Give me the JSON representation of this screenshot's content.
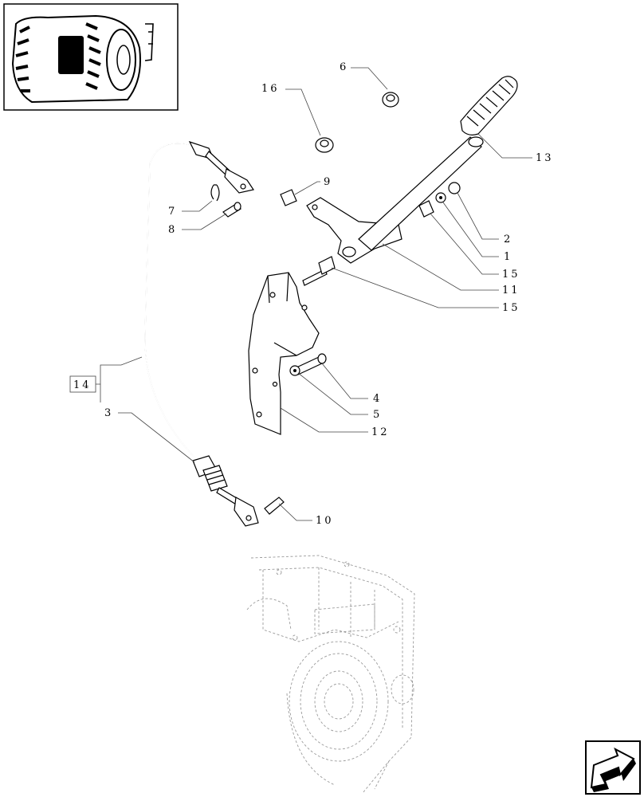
{
  "diagram": {
    "callouts": [
      {
        "id": "c6",
        "text": "6"
      },
      {
        "id": "c16",
        "text": "16"
      },
      {
        "id": "c13",
        "text": "13"
      },
      {
        "id": "c9",
        "text": "9"
      },
      {
        "id": "c7",
        "text": "7"
      },
      {
        "id": "c8",
        "text": "8"
      },
      {
        "id": "c2",
        "text": "2"
      },
      {
        "id": "c1",
        "text": "1"
      },
      {
        "id": "c15a",
        "text": "15"
      },
      {
        "id": "c11",
        "text": "11"
      },
      {
        "id": "c15b",
        "text": "15"
      },
      {
        "id": "c14",
        "text": "14"
      },
      {
        "id": "c3",
        "text": "3"
      },
      {
        "id": "c4",
        "text": "4"
      },
      {
        "id": "c5",
        "text": "5"
      },
      {
        "id": "c12",
        "text": "12"
      },
      {
        "id": "c10",
        "text": "10"
      }
    ],
    "thumbnail": {
      "icon": "tractor-rear-wheel-icon"
    },
    "nav": {
      "icon": "next-page-arrow-icon"
    }
  }
}
